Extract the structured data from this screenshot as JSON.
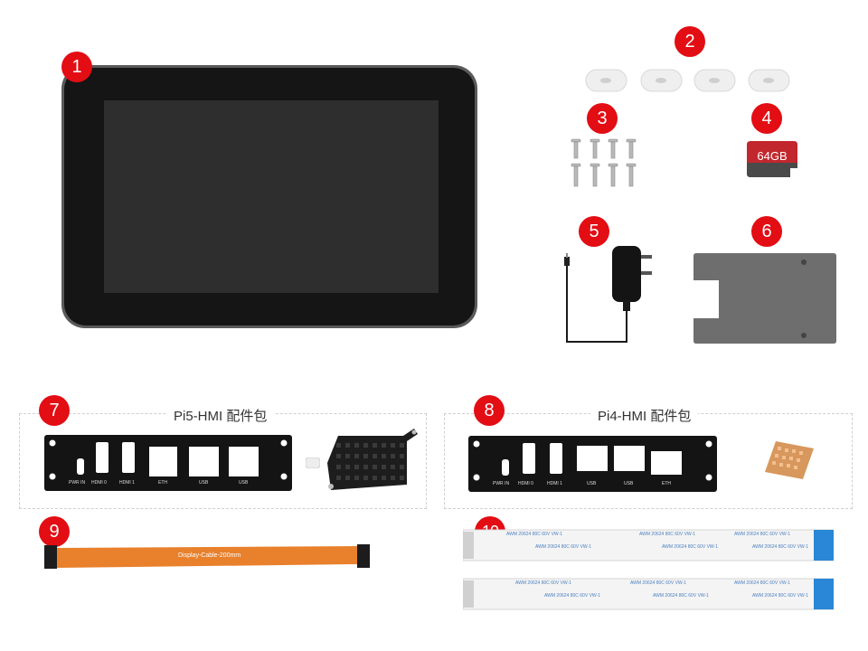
{
  "badges": [
    "1",
    "2",
    "3",
    "4",
    "5",
    "6",
    "7",
    "8",
    "9",
    "10"
  ],
  "sd_card": {
    "capacity": "64GB"
  },
  "kits": {
    "pi5": {
      "title": "Pi5-HMI 配件包",
      "ports": [
        "PWR IN",
        "HDMI 0",
        "HDMI 1",
        "ETH",
        "USB",
        "USB"
      ]
    },
    "pi4": {
      "title": "Pi4-HMI 配件包",
      "ports": [
        "PWR IN",
        "HDMI 0",
        "HDMI 1",
        "USB",
        "USB",
        "ETH"
      ]
    }
  },
  "cable_9": {
    "label": "Display-Cable-200mm"
  },
  "fpc_label": "AWM 20624 80C 60V VW-1",
  "colors": {
    "badge": "#e30d14",
    "screen_bezel": "#151515",
    "screen_panel": "#2e2e2e",
    "cable_orange": "#e8802c",
    "fpc_blue": "#2a86d6"
  }
}
